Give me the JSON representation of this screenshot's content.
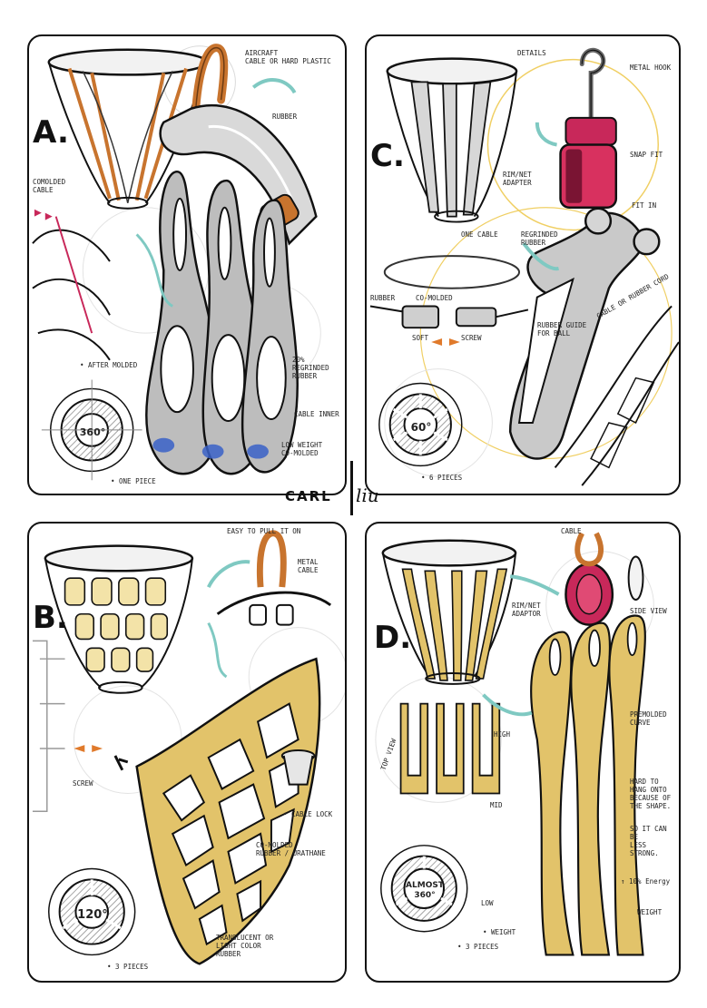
{
  "signature": {
    "first": "CARL",
    "last": "liu"
  },
  "panels": {
    "a": {
      "letter": "A.",
      "degree": "360°",
      "notes": {
        "aircraft": "AIRCRAFT\nCABLE OR HARD PLASTIC",
        "rubber": "RUBBER",
        "comolded": "COMOLDED\nCABLE",
        "after": "• AFTER MOLDED",
        "reground": "20%\nREGRINDED\nRUBBER",
        "cable_inner": "CABLE INNER",
        "weight": "LOW WEIGHT\nCO-MOLDED",
        "pieces": "• ONE PIECE"
      }
    },
    "c": {
      "letter": "C.",
      "degree": "60°",
      "notes": {
        "details": "DETAILS",
        "hook": "METAL HOOK",
        "snap": "SNAP FIT",
        "fit_in": "FIT IN",
        "adapter": "RIM/NET\nADAPTER",
        "one_cable": "ONE CABLE",
        "reground": "REGRINDED\nRUBBER",
        "rubber": "RUBBER",
        "comolded": "CO-MOLDED",
        "soft": "SOFT",
        "screw": "SCREW",
        "groove": "RUBBER GUIDE\nFOR BALL",
        "cable_guide": "CABLE OR RUBBER CORD",
        "pieces": "• 6 PIECES"
      }
    },
    "b": {
      "letter": "B.",
      "degree": "120°",
      "notes": {
        "easy": "EASY TO PULL IT ON",
        "metal_cable": "METAL\nCABLE",
        "screw": "SCREW",
        "cable_lock": "• CABLE LOCK",
        "comolded": "CO-MOLDED\nRUBBER / URATHANE",
        "translucent": "TRANSLUCENT OR\nLIGHT COLOR\nRUBBER",
        "pieces": "• 3 PIECES"
      }
    },
    "d": {
      "letter": "D.",
      "degree": "ALMOST\n360°",
      "notes": {
        "cable": "CABLE",
        "side_view": "SIDE VIEW",
        "adaptor": "RIM/NET\nADAPTOR",
        "top_view": "TOP VIEW",
        "high": "HIGH",
        "mid": "MID",
        "low": "LOW",
        "premolded": "PREMOLDED\nCURVE",
        "hard": "HARD TO\nHANG ONTO\nBECAUSE OF\nTHE SHAPE.",
        "strong": "SO IT CAN BE\nLESS STRONG.",
        "energy": "↑ 10% Energy",
        "weight": "• WEIGHT",
        "weight2": "WEIGHT",
        "pieces": "• 3 PIECES"
      }
    }
  },
  "colors": {
    "ink": "#1a1a1a",
    "copper": "#c8742e",
    "magenta": "#c8285a",
    "blue_accent": "#3a62c8",
    "yellow_gold": "#e2c36a",
    "grey_shade": "#bdbdbd",
    "teal_arrow": "#7fc9c2",
    "guide_yellow": "#f0cf63"
  }
}
